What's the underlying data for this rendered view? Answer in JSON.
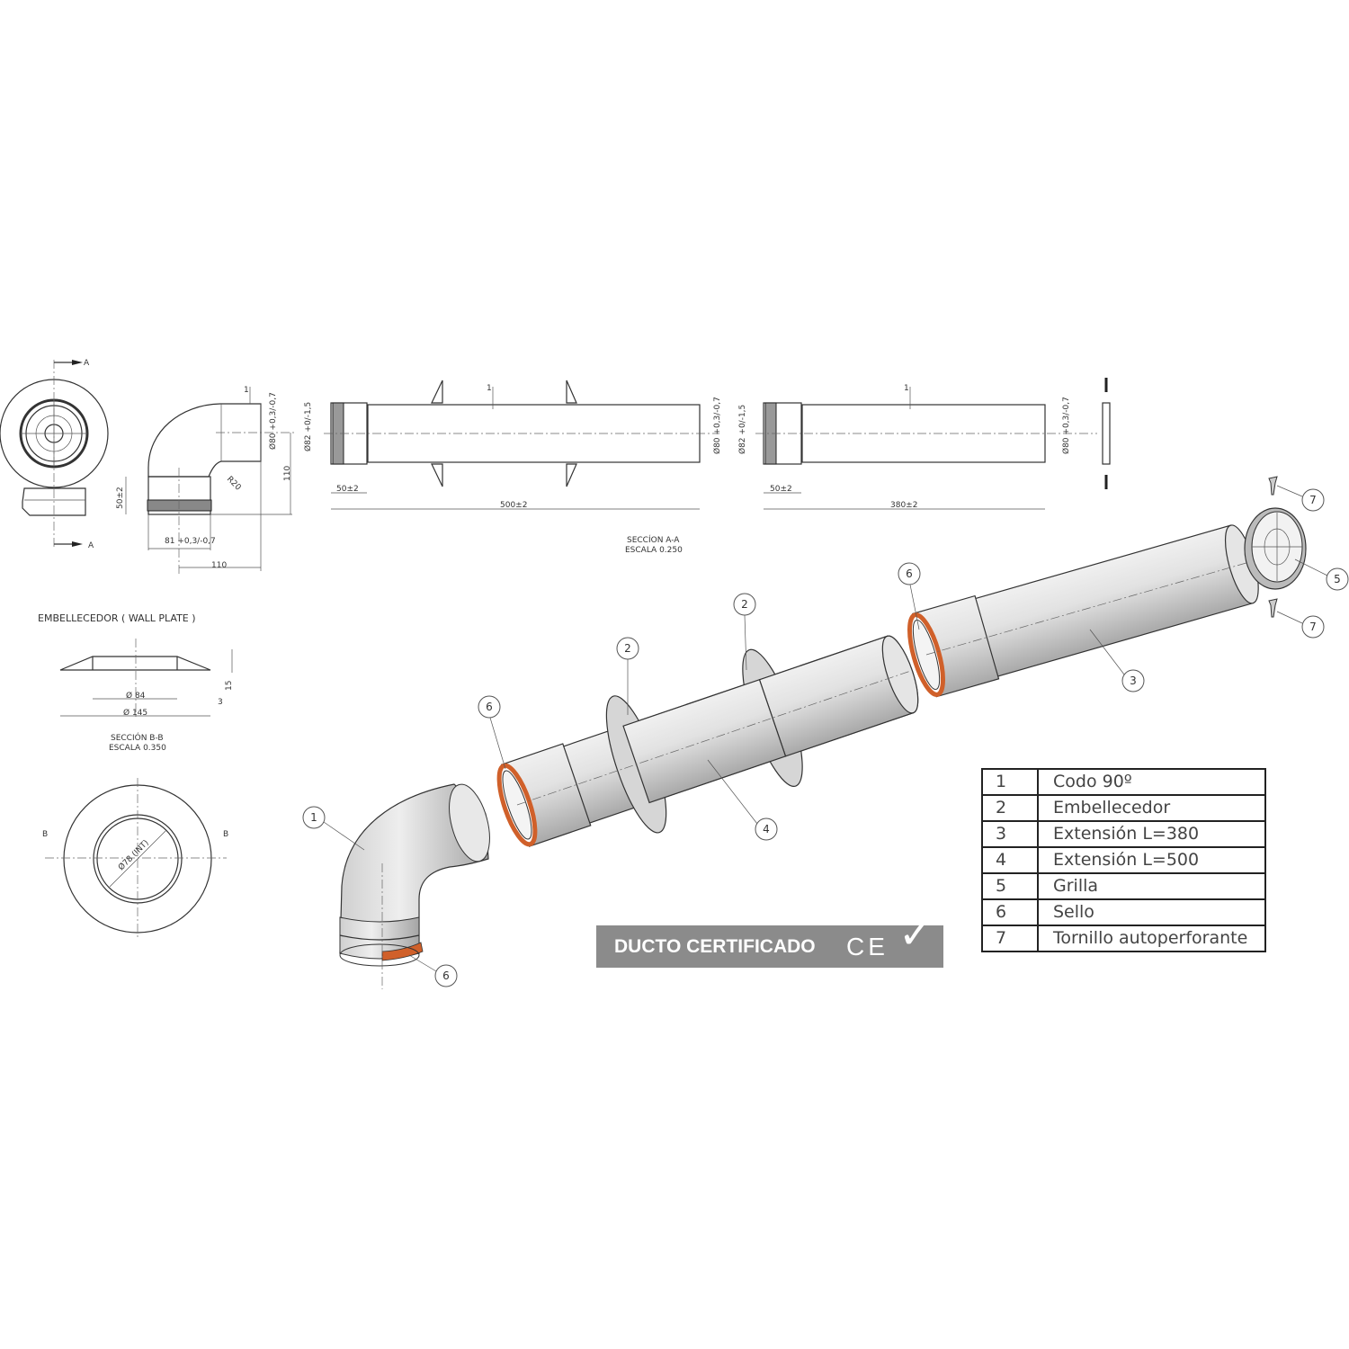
{
  "front_view": {
    "section_label_top": "A",
    "section_label_bottom": "A"
  },
  "elbow_view": {
    "wall": "1",
    "dia_outer": "Ø80 +0,3/-0,7",
    "dia_socket": "Ø82 +0/-1,5",
    "height": "110",
    "radius": "R20",
    "socket_len": "50±2",
    "dia_bottom": "81 +0,3/-0,7",
    "width": "110"
  },
  "ext500": {
    "wall": "1",
    "dia_socket": "Ø82 +0/-1,5",
    "dia_outer": "Ø80 +0,3/-0,7",
    "socket_len": "50±2",
    "length": "500±2"
  },
  "ext380": {
    "wall": "1",
    "dia_socket": "Ø82 +0/-1,5",
    "dia_outer": "Ø80 +0,3/-0,7",
    "socket_len": "50±2",
    "length": "380±2"
  },
  "section_aa": {
    "line1": "SECCÍON A-A",
    "line2": "ESCALA 0.250"
  },
  "wall_plate": {
    "title": "EMBELLECEDOR  ( WALL PLATE )",
    "dia_inner": "Ø 84",
    "dia_outer": "Ø 145",
    "height": "15",
    "thickness": "3",
    "section_line1": "SECCIÓN B-B",
    "section_line2": "ESCALA 0.350",
    "dia_int": "Ø78 (INT)",
    "section_label_left": "B",
    "section_label_right": "B"
  },
  "callouts": [
    "1",
    "2",
    "2",
    "6",
    "6",
    "3",
    "4",
    "5",
    "7",
    "7",
    "6"
  ],
  "badge": {
    "text": "DUCTO CERTIFICADO",
    "ce": "CE",
    "check": "✓"
  },
  "parts_table": [
    {
      "n": "1",
      "name": "Codo 90º"
    },
    {
      "n": "2",
      "name": "Embellecedor"
    },
    {
      "n": "3",
      "name": "Extensión L=380"
    },
    {
      "n": "4",
      "name": "Extensión L=500"
    },
    {
      "n": "5",
      "name": "Grilla"
    },
    {
      "n": "6",
      "name": "Sello"
    },
    {
      "n": "7",
      "name": "Tornillo autoperforante"
    }
  ],
  "colors": {
    "seal": "#d0602a",
    "badge": "#8b8b8b",
    "pipe": "#d9d9d9"
  }
}
